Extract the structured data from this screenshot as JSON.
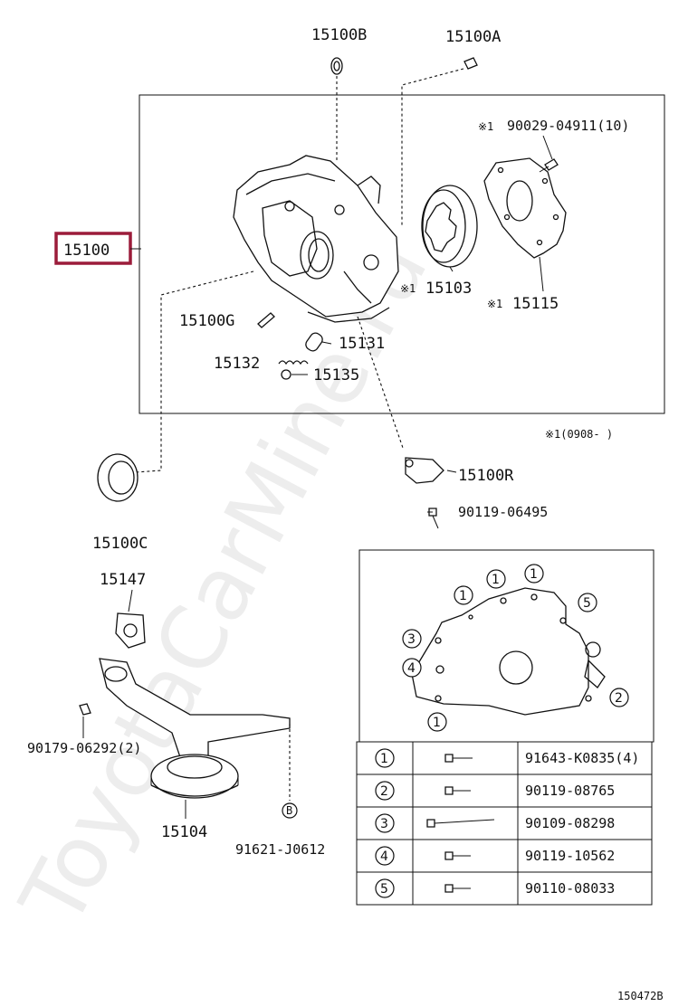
{
  "watermark": "ToyotaCarMine.ru",
  "labels": {
    "p15100B": "15100B",
    "p15100A": "15100A",
    "p90029": "90029-04911(10)",
    "p15100": "15100",
    "p15103": "15103",
    "p15115": "15115",
    "p15100G": "15100G",
    "p15131": "15131",
    "p15132": "15132",
    "p15135": "15135",
    "p15100R": "15100R",
    "p90119_06495": "90119-06495",
    "p15100C": "15100C",
    "p15147": "15147",
    "p90179": "90179-06292(2)",
    "p15104": "15104",
    "p91621": "91621-J0612",
    "ref_B": "B",
    "note_mark": "※1",
    "note_range": "※1(0908-    )",
    "diagram_id": "150472B"
  },
  "inset_markers": [
    "1",
    "1",
    "1",
    "5",
    "3",
    "4",
    "2",
    "1"
  ],
  "bolt_table": [
    {
      "num": "1",
      "part": "91643-K0835(4)"
    },
    {
      "num": "2",
      "part": "90119-08765"
    },
    {
      "num": "3",
      "part": "90109-08298"
    },
    {
      "num": "4",
      "part": "90119-10562"
    },
    {
      "num": "5",
      "part": "90110-08033"
    }
  ],
  "highlight_color": "#9b1c3a"
}
